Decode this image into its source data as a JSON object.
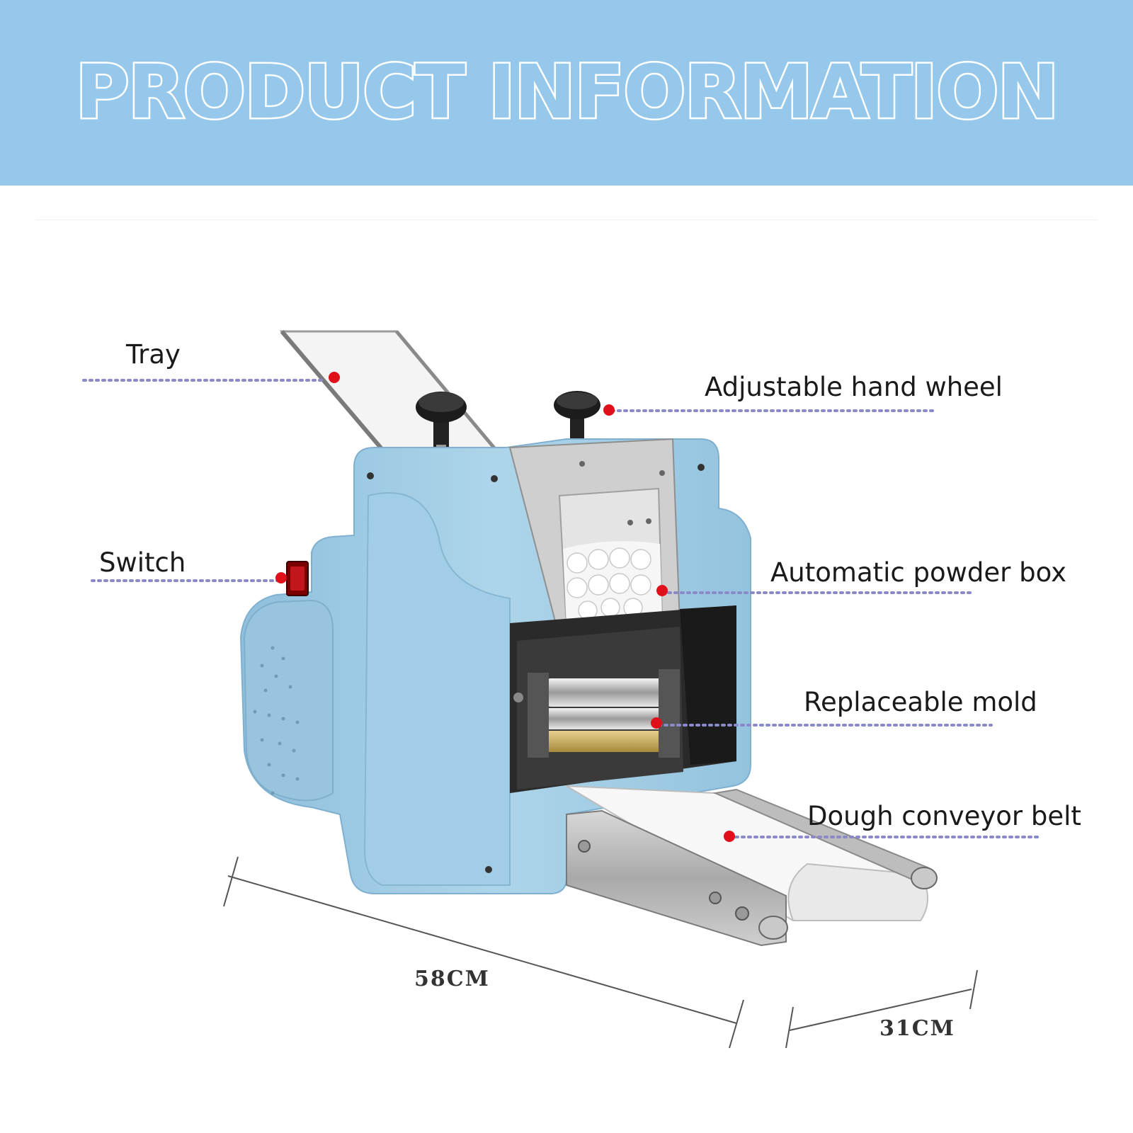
{
  "header": {
    "title": "PRODUCT INFORMATION"
  },
  "callouts": {
    "tray": "Tray",
    "switch": "Switch",
    "hand_wheel": "Adjustable hand wheel",
    "powder_box": "Automatic powder box",
    "mold": "Replaceable mold",
    "conveyor": "Dough conveyor belt"
  },
  "dimensions": {
    "length": "58CM",
    "width": "31CM"
  },
  "colors": {
    "banner": "#95c8ea",
    "body": "#a9d2e8",
    "dot": "#e0101a",
    "leader": "#8a8ac8"
  }
}
